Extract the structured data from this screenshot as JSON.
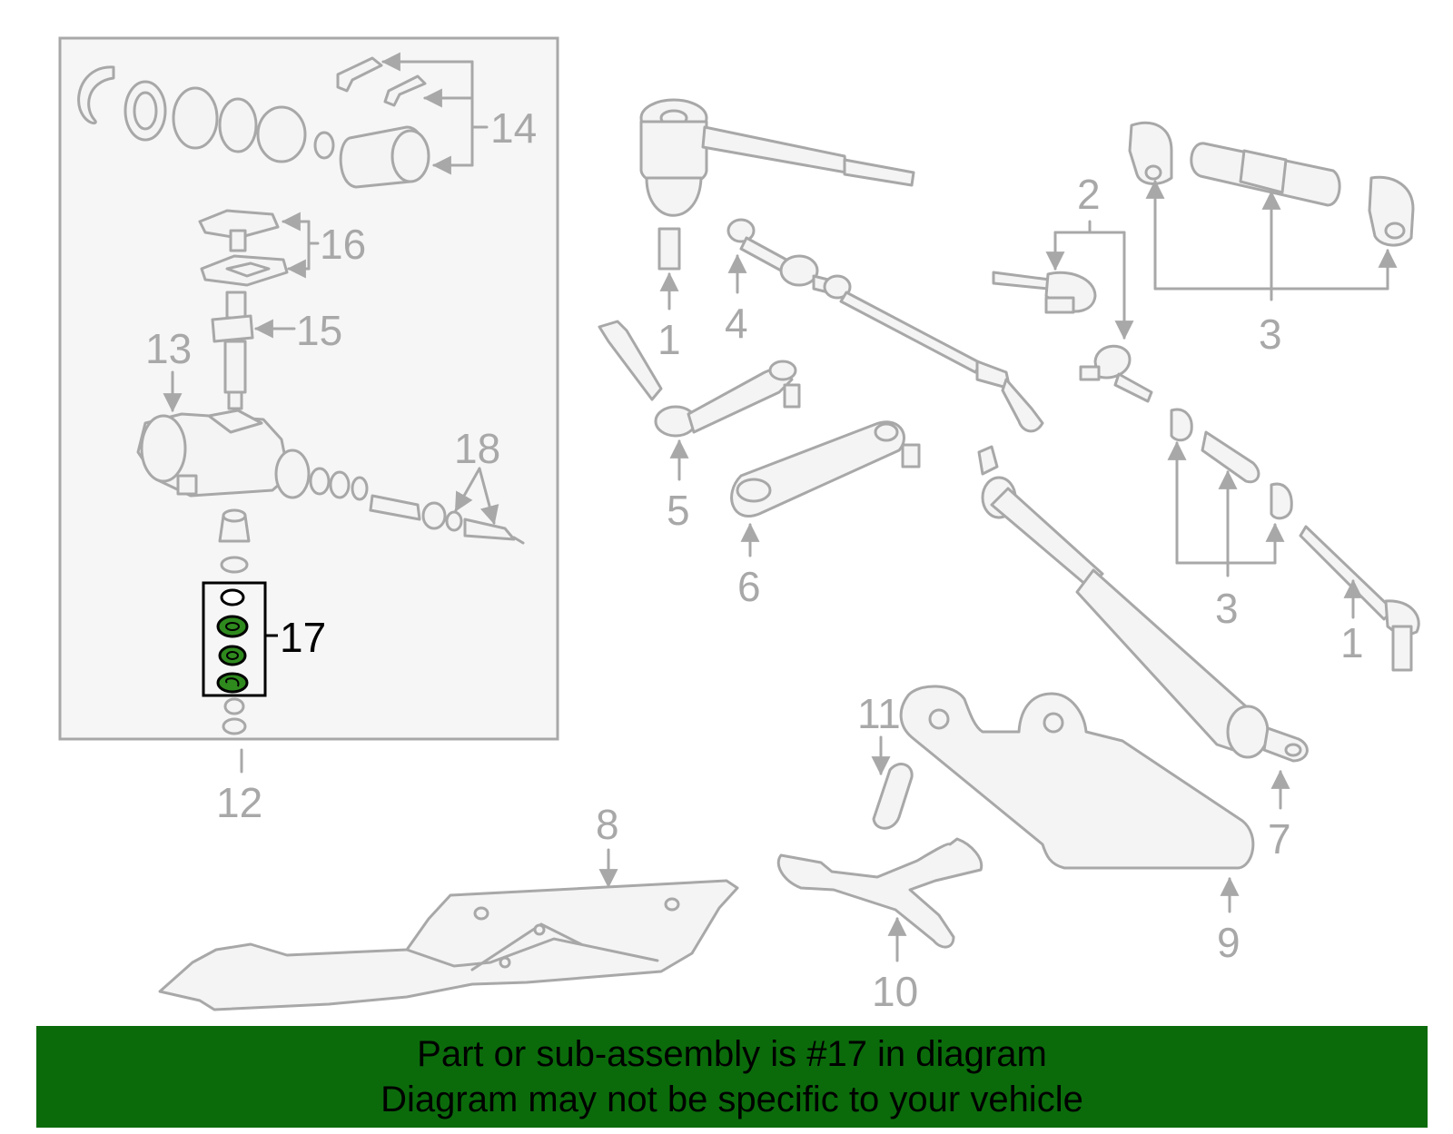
{
  "caption": {
    "line1": "Part or sub-assembly is #17 in diagram",
    "line2": "Diagram may not be specific to your vehicle"
  },
  "callouts": {
    "c1a": "1",
    "c1b": "1",
    "c2": "2",
    "c3a": "3",
    "c3b": "3",
    "c4": "4",
    "c5": "5",
    "c6": "6",
    "c7": "7",
    "c8": "8",
    "c9": "9",
    "c10": "10",
    "c11": "11",
    "c12": "12",
    "c13": "13",
    "c14": "14",
    "c15": "15",
    "c16": "16",
    "c17": "17",
    "c18": "18"
  },
  "highlighted_part": "17",
  "colors": {
    "highlight": "#2f8a1e",
    "caption_bg": "#0b6b0b",
    "line": "#a8a8a8"
  }
}
